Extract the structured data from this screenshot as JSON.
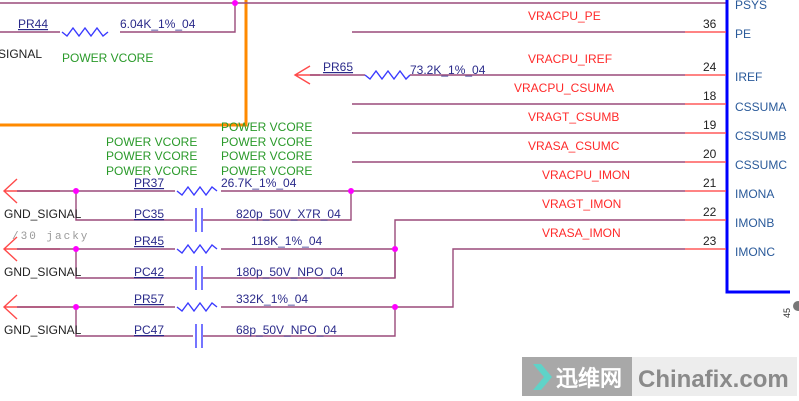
{
  "colors": {
    "wire": "#9a4a7a",
    "net": "#ff2a2a",
    "power": "#2a9a2a",
    "refdes": "#2a2a8a",
    "symbol": "#0000ff",
    "frame": "#ff8a00"
  },
  "top": {
    "pr44": {
      "ref": "PR44",
      "value": "6.04K_1%_04"
    },
    "signal_fragment": "SIGNAL",
    "power_label": "POWER VCORE"
  },
  "pr65": {
    "ref": "PR65",
    "value": "73.2K_1%_04"
  },
  "power_labels": [
    "POWER VCORE",
    "POWER VCORE",
    "POWER VCORE",
    "POWER VCORE",
    "POWER VCORE",
    "POWER VCORE",
    "POWER VCORE"
  ],
  "pins": [
    {
      "name": "PSYS",
      "number": "",
      "net": ""
    },
    {
      "name": "PE",
      "number": "36",
      "net": "VRACPU_PE"
    },
    {
      "name": "IREF",
      "number": "24",
      "net": "VRACPU_IREF"
    },
    {
      "name": "CSSUMA",
      "number": "18",
      "net": "VRACPU_CSUMA"
    },
    {
      "name": "CSSUMB",
      "number": "19",
      "net": "VRAGT_CSUMB"
    },
    {
      "name": "CSSUMC",
      "number": "20",
      "net": "VRASA_CSUMC"
    },
    {
      "name": "IMONA",
      "number": "21",
      "net": "VRACPU_IMON"
    },
    {
      "name": "IMONB",
      "number": "22",
      "net": "VRAGT_IMON"
    },
    {
      "name": "IMONC",
      "number": "23",
      "net": "VRASA_IMON"
    }
  ],
  "networks": [
    {
      "gnd": "GND_SIGNAL",
      "res_ref": "PR37",
      "res_value": "26.7K_1%_04",
      "cap_ref": "PC35",
      "cap_value": "820p_50V_X7R_04"
    },
    {
      "gnd": "GND_SIGNAL",
      "res_ref": "PR45",
      "res_value": "118K_1%_04",
      "cap_ref": "PC42",
      "cap_value": "180p_50V_NPO_04"
    },
    {
      "gnd": "GND_SIGNAL",
      "res_ref": "PR57",
      "res_value": "332K_1%_04",
      "cap_ref": "PC47",
      "cap_value": "68p_50V_NPO_04"
    }
  ],
  "note": "/30 jacky",
  "edge_text": "45",
  "watermark": {
    "cn": "迅维网",
    "en": "Chinafix.com"
  }
}
